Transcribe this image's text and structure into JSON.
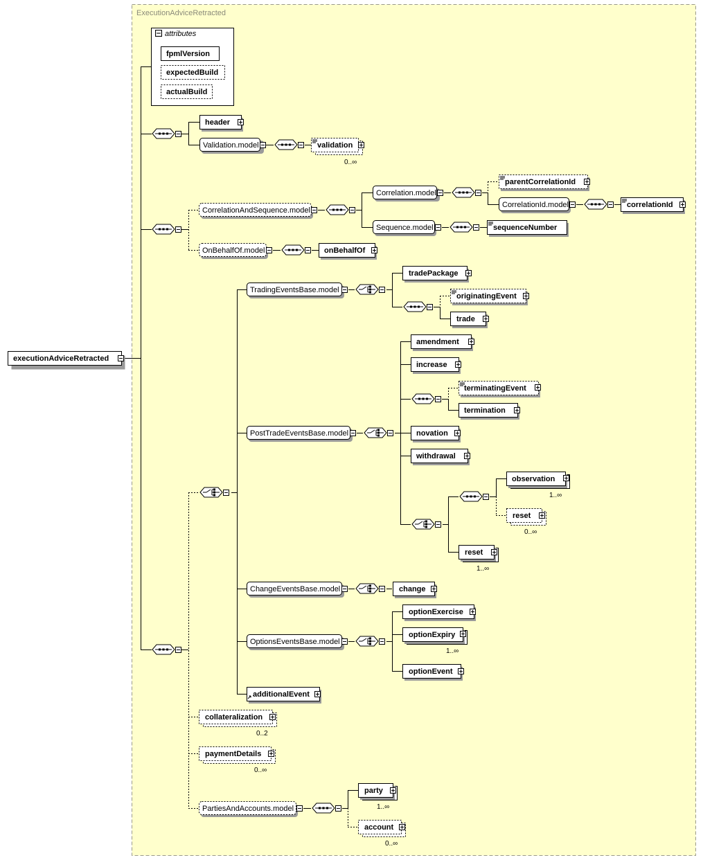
{
  "diagram": {
    "title": "ExecutionAdviceRetracted",
    "root": "executionAdviceRetracted",
    "attributes_label": "attributes",
    "attributes": [
      "fpmlVersion",
      "expectedBuild",
      "actualBuild"
    ],
    "elements": {
      "header": "header",
      "validation_model": "Validation.model",
      "validation": "validation",
      "validation_occ": "0..∞",
      "correlation_and_sequence_model": "CorrelationAndSequence.model",
      "correlation_model": "Correlation.model",
      "parent_correlation_id": "parentCorrelationId",
      "correlation_id_model": "CorrelationId.model",
      "correlation_id": "correlationId",
      "sequence_model": "Sequence.model",
      "sequence_number": "sequenceNumber",
      "on_behalf_of_model": "OnBehalfOf.model",
      "on_behalf_of": "onBehalfOf",
      "trading_events_base_model": "TradingEventsBase.model",
      "trade_package": "tradePackage",
      "originating_event": "originatingEvent",
      "trade": "trade",
      "post_trade_events_base_model": "PostTradeEventsBase.model",
      "amendment": "amendment",
      "increase": "increase",
      "terminating_event": "terminatingEvent",
      "termination": "termination",
      "novation": "novation",
      "withdrawal": "withdrawal",
      "observation": "observation",
      "observation_occ": "1..∞",
      "reset_optional": "reset",
      "reset_optional_occ": "0..∞",
      "reset": "reset",
      "reset_occ": "1..∞",
      "change_events_base_model": "ChangeEventsBase.model",
      "change": "change",
      "options_events_base_model": "OptionsEventsBase.model",
      "option_exercise": "optionExercise",
      "option_expiry": "optionExpiry",
      "option_expiry_occ": "1..∞",
      "option_event": "optionEvent",
      "additional_event": "additionalEvent",
      "collateralization": "collateralization",
      "collateralization_occ": "0..2",
      "payment_details": "paymentDetails",
      "payment_details_occ": "0..∞",
      "parties_and_accounts_model": "PartiesAndAccounts.model",
      "party": "party",
      "party_occ": "1..∞",
      "account": "account",
      "account_occ": "0..∞"
    }
  },
  "colors": {
    "group_background": "#ffffcc",
    "group_border": "#9a9a8a",
    "box_fill": "#ffffff",
    "shadow": "#9a9a9a"
  }
}
